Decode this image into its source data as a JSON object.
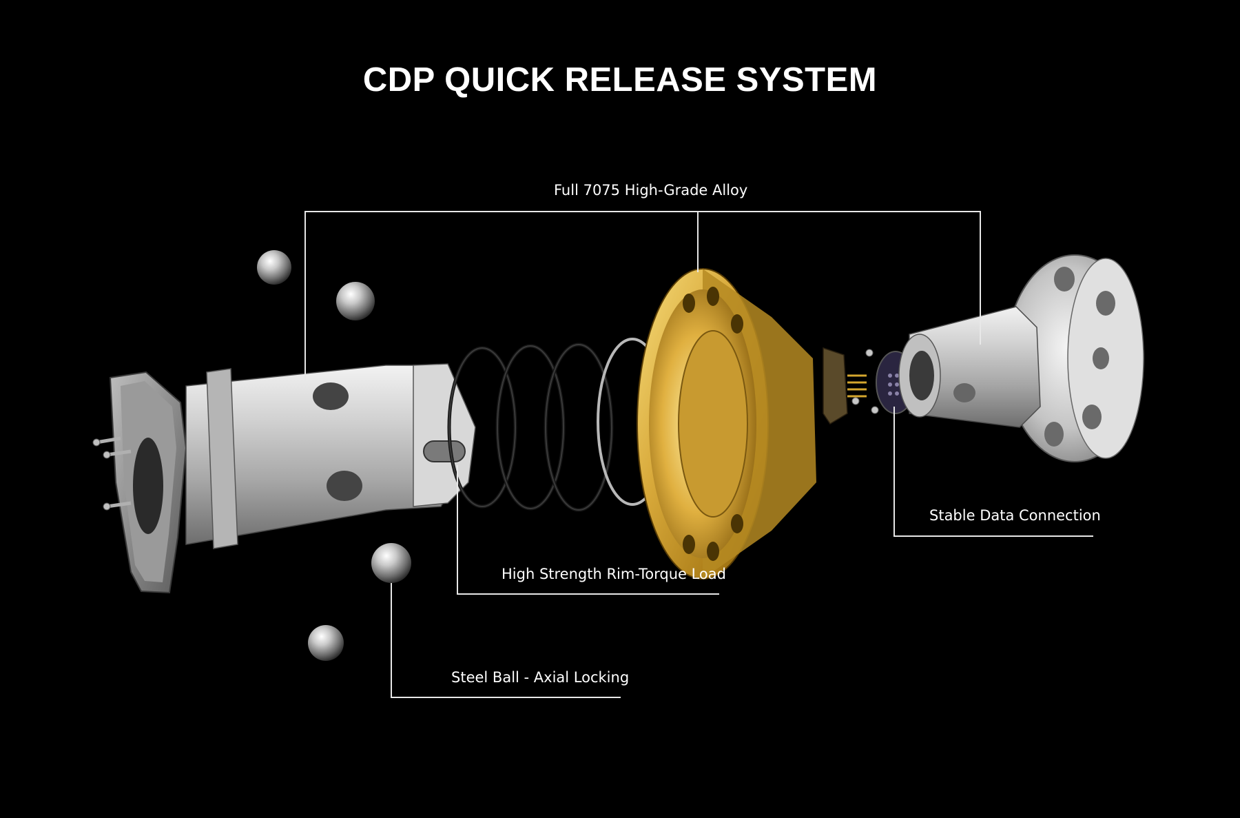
{
  "title": "CDP QUICK RELEASE SYSTEM",
  "callouts": {
    "alloy": "Full 7075 High-Grade Alloy",
    "data": "Stable Data Connection",
    "torque": "High Strength Rim-Torque Load",
    "ball": "Steel Ball - Axial Locking"
  },
  "colors": {
    "background": "#000000",
    "text": "#ffffff",
    "line": "#e8e8e8",
    "silver": "#c8c8c8",
    "gold": "#d4a62e",
    "spring": "#1a1a1a"
  }
}
